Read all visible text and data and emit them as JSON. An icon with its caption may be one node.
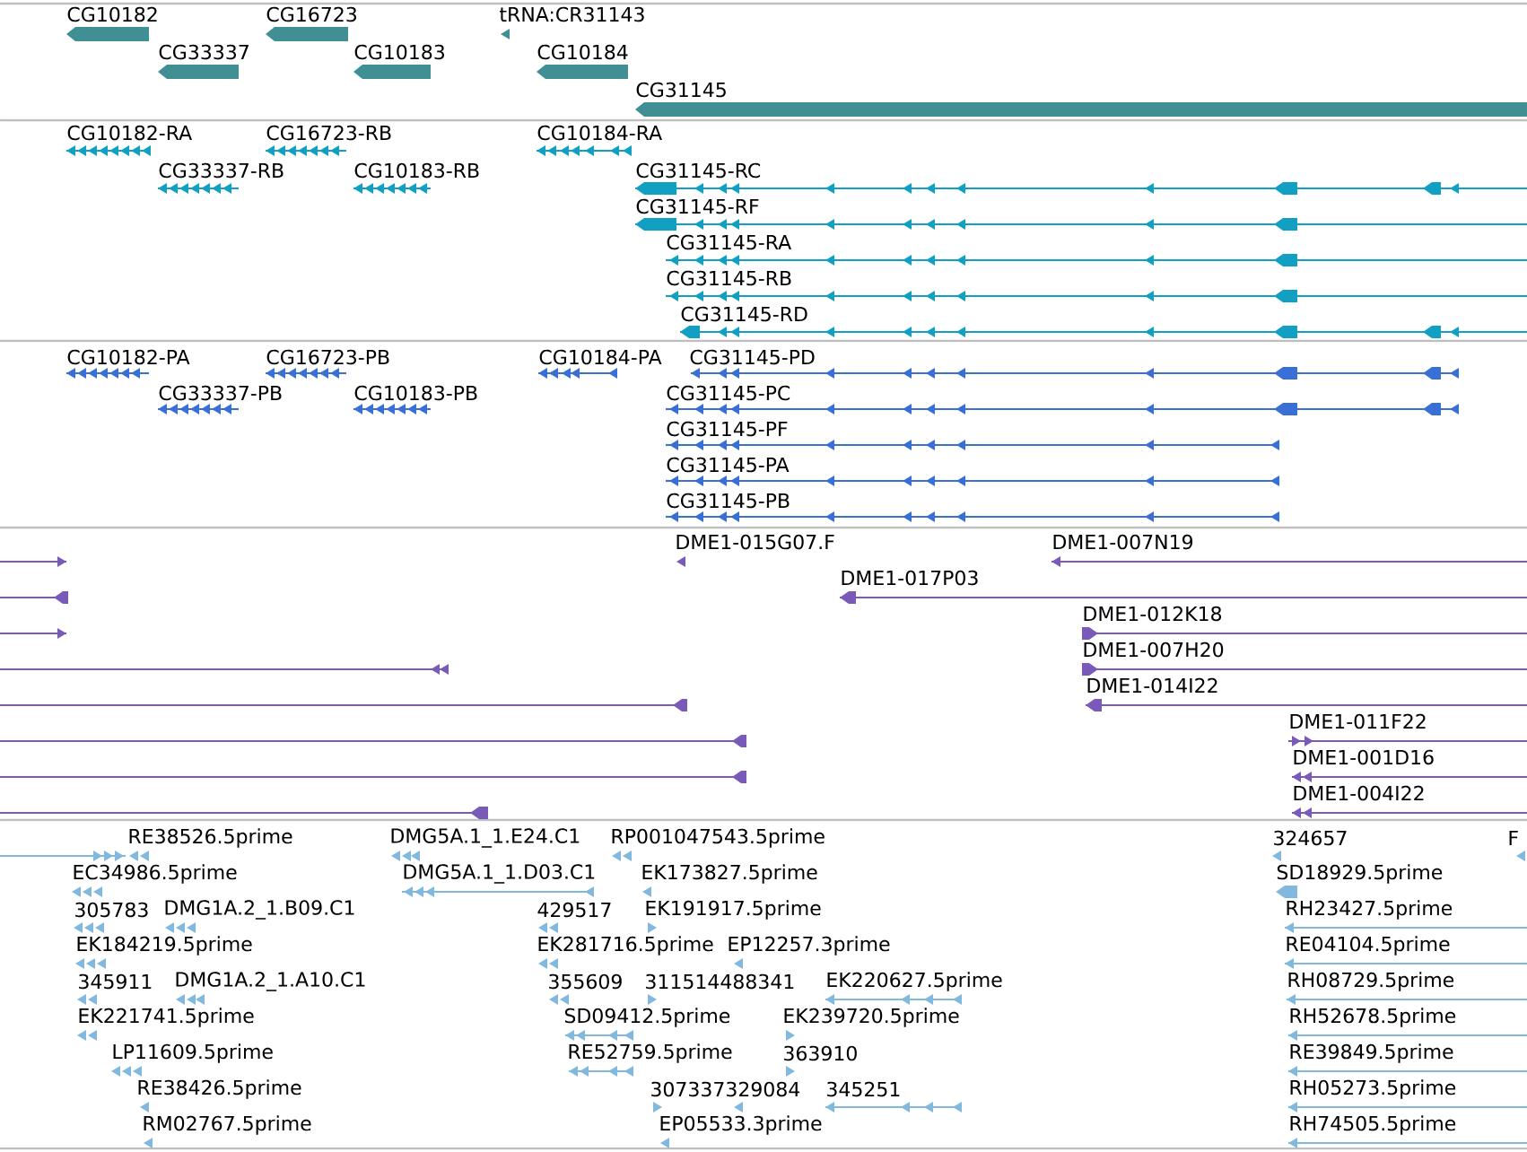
{
  "diagram": {
    "labels": [
      "CG10182",
      "CG16723",
      "tRNA:CR31143",
      "CG33337",
      "CG10183",
      "CG10184",
      "CG31145",
      "CG10182-RA",
      "CG16723-RB",
      "CG10184-RA",
      "CG33337-RB",
      "CG10183-RB",
      "CG31145-RC",
      "CG31145-RF",
      "CG31145-RA",
      "CG31145-RB",
      "CG31145-RD",
      "CG10182-PA",
      "CG16723-PB",
      "CG10184-PA",
      "CG31145-PD",
      "CG33337-PB",
      "CG10183-PB",
      "CG31145-PC",
      "CG31145-PF",
      "CG31145-PA",
      "CG31145-PB",
      "DME1-015G07.F",
      "DME1-007N19",
      "DME1-017P03",
      "DME1-012K18",
      "DME1-007H20",
      "DME1-014I22",
      "DME1-011F22",
      "DME1-001D16",
      "DME1-004I22",
      "RE38526.5prime",
      "DMG5A.1_1.E24.C1",
      "RP001047543.5prime",
      "324657",
      "F",
      "EC34986.5prime",
      "DMG5A.1_1.D03.C1",
      "EK173827.5prime",
      "SD18929.5prime",
      "305783",
      "DMG1A.2_1.B09.C1",
      "429517",
      "EK191917.5prime",
      "RH23427.5prime",
      "EK184219.5prime",
      "EK281716.5prime",
      "EP12257.3prime",
      "RE04104.5prime",
      "345911",
      "DMG1A.2_1.A10.C1",
      "355609",
      "311514488341",
      "EK220627.5prime",
      "RH08729.5prime",
      "EK221741.5prime",
      "SD09412.5prime",
      "EK239720.5prime",
      "RH52678.5prime",
      "LP11609.5prime",
      "RE52759.5prime",
      "363910",
      "RE39849.5prime",
      "RE38426.5prime",
      "307337329084",
      "345251",
      "RH05273.5prime",
      "RM02767.5prime",
      "EP05533.3prime",
      "RH74505.5prime"
    ]
  }
}
